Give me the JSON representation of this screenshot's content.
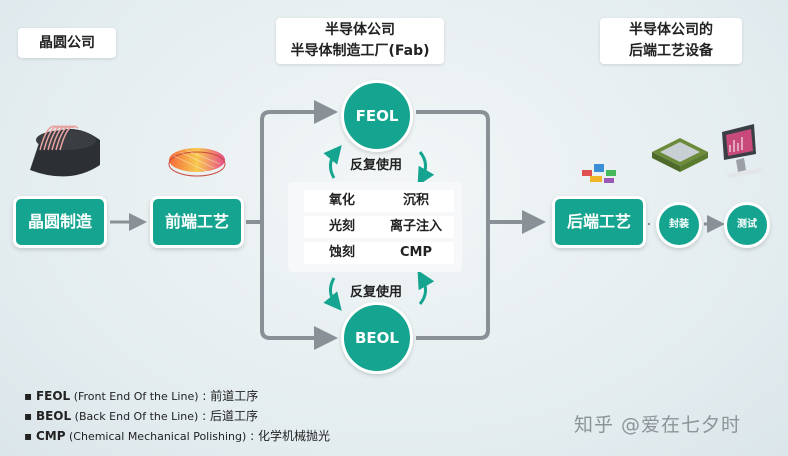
{
  "headers": {
    "wafer_company": "晶圆公司",
    "fab_line1": "半导体公司",
    "fab_line2": "半导体制造工厂(Fab)",
    "backend_line1": "半导体公司的",
    "backend_line2": "后端工艺设备"
  },
  "boxes": {
    "wafer_making": "晶圆制造",
    "front_end": "前端工艺",
    "back_end": "后端工艺"
  },
  "circles": {
    "feol": "FEOL",
    "beol": "BEOL",
    "packaging": "封装",
    "testing": "测试"
  },
  "repeat_label": "反复使用",
  "processes": [
    "氧化",
    "沉积",
    "光刻",
    "离子注入",
    "蚀刻",
    "CMP"
  ],
  "legend": [
    {
      "abbr": "FEOL",
      "full": " (Front End Of the Line)",
      "cn": " : 前道工序"
    },
    {
      "abbr": "BEOL",
      "full": " (Back End Of the Line)",
      "cn": " : 后道工序"
    },
    {
      "abbr": "CMP",
      "full": " (Chemical Mechanical Polishing)",
      "cn": " : 化学机械抛光"
    }
  ],
  "watermark": "知乎 @爱在七夕时",
  "colors": {
    "accent_green": "#15a48f",
    "arrow_gray": "#8a9196"
  }
}
